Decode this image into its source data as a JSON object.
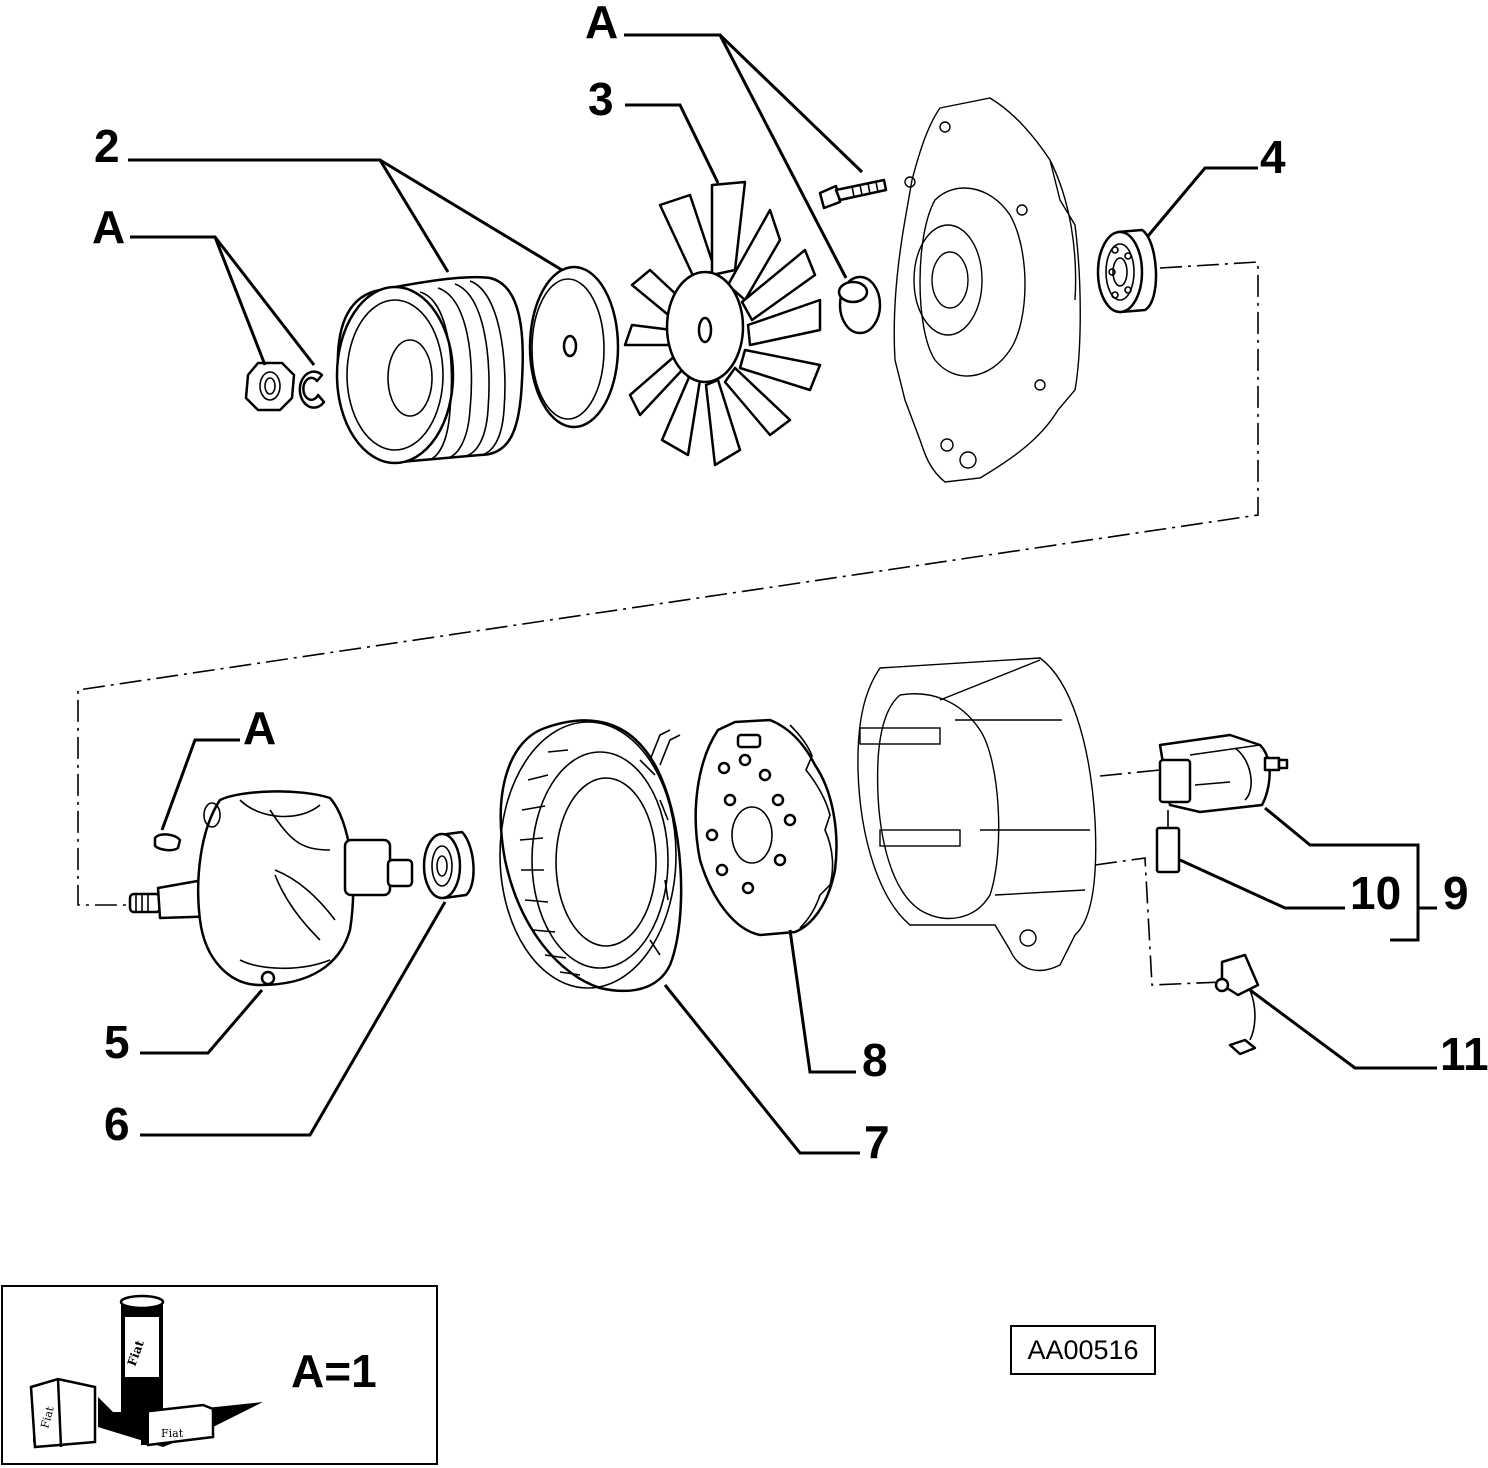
{
  "callouts": {
    "label_2": "2",
    "label_3": "3",
    "label_4": "4",
    "label_5": "5",
    "label_6": "6",
    "label_7": "7",
    "label_8": "8",
    "label_9": "9",
    "label_10": "10",
    "label_11": "11",
    "label_a_top": "A",
    "label_a_left": "A",
    "label_a_rotor": "A"
  },
  "legend": {
    "text": "A=1",
    "logo_lettering": [
      "Fiat",
      "Fiat",
      "Fiat"
    ]
  },
  "drawing_code": "AA00516"
}
